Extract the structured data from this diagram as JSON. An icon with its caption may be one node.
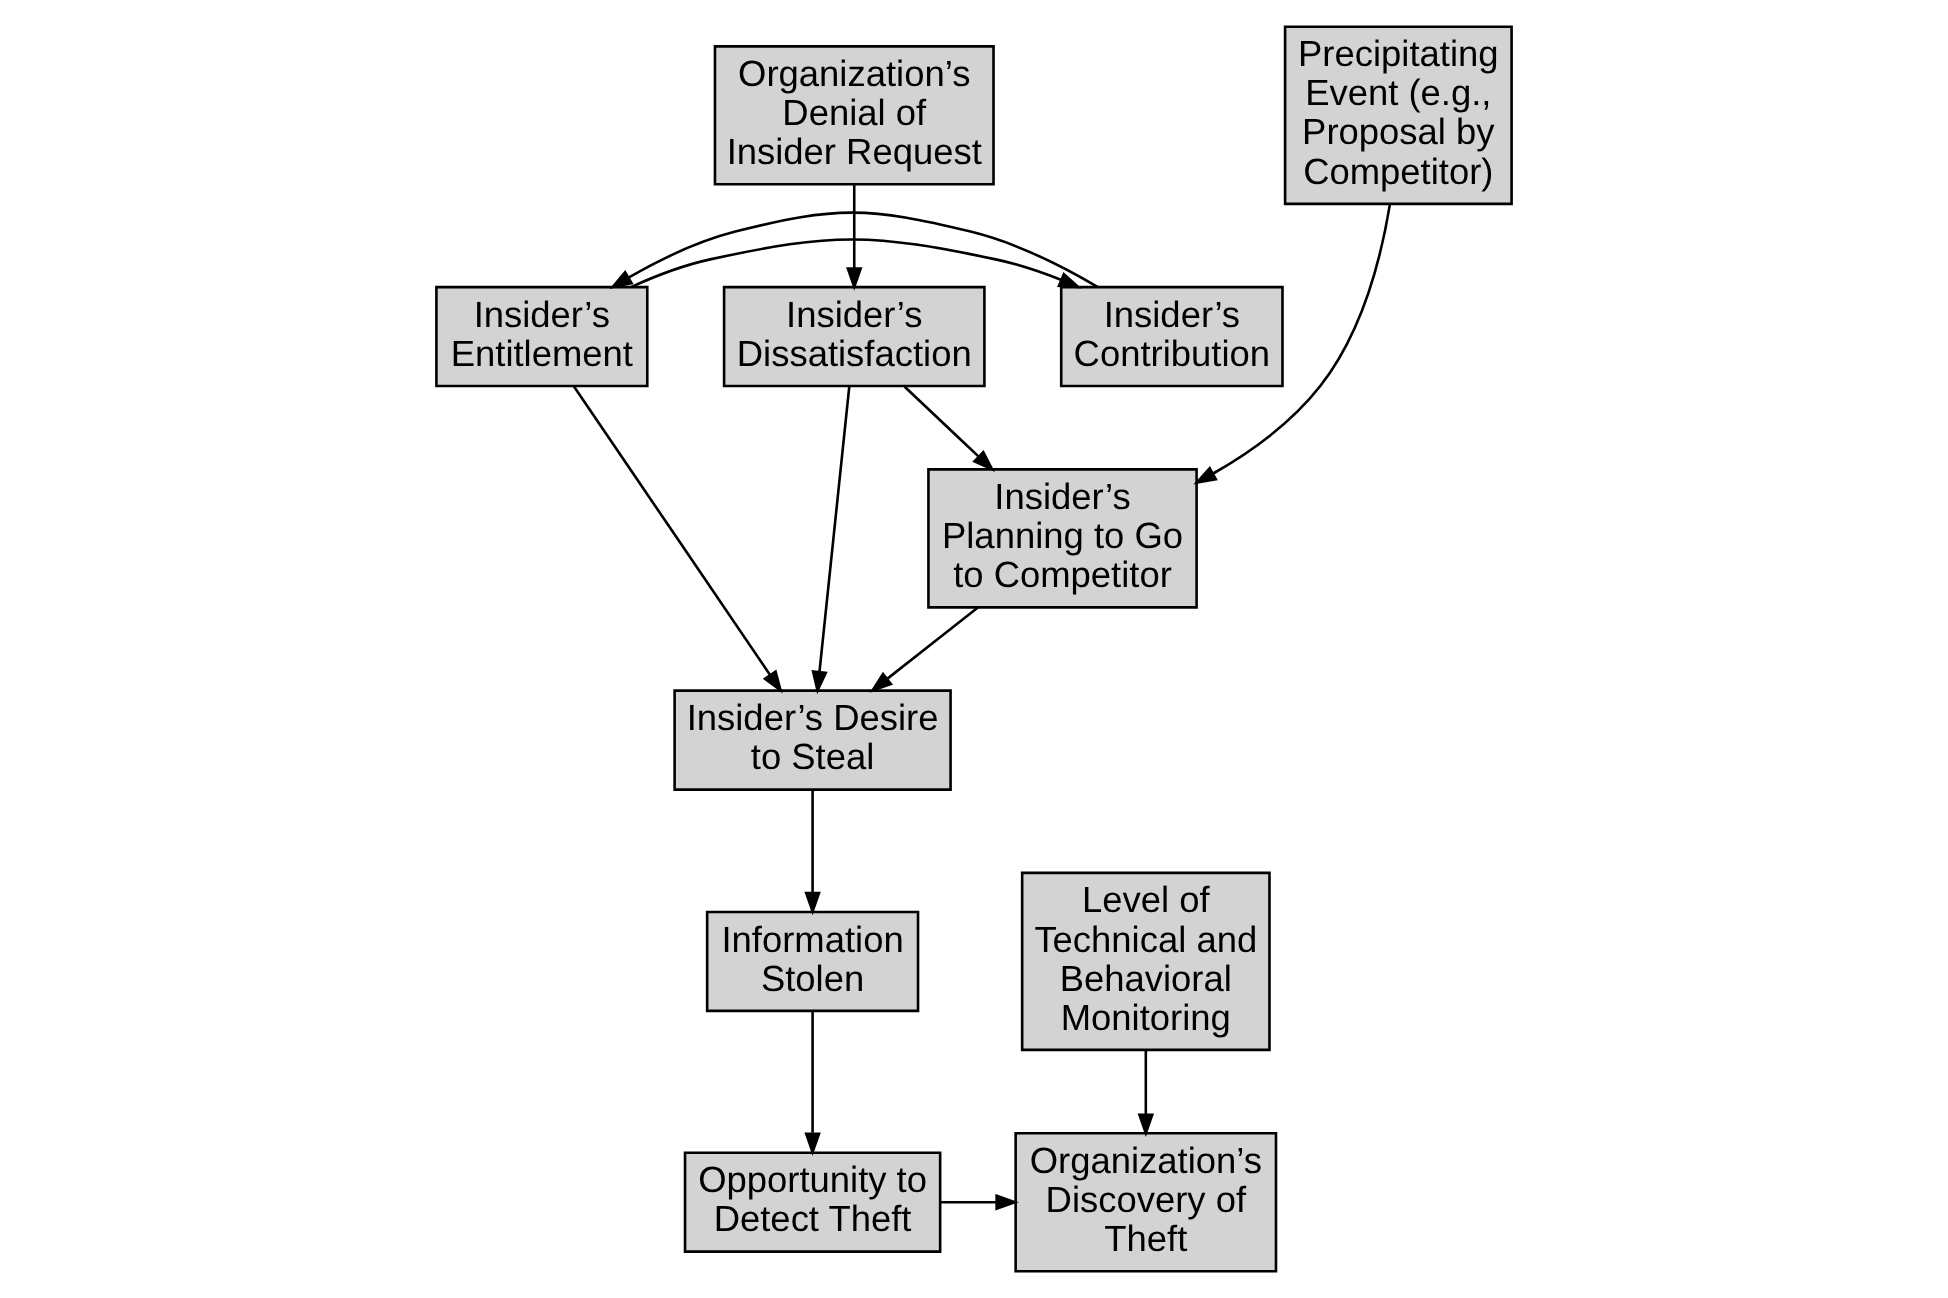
{
  "diagram": {
    "nodes": [
      {
        "text": [
          "Organization’s Denial of Insider Request"
        ]
      },
      {
        "text": [
          "Precipitating Event (e.g., Proposal by Competitor)"
        ]
      },
      {
        "text": [
          "Insider’s Contribution"
        ]
      },
      {
        "text": [
          "Insider’s Entitlement"
        ]
      },
      {
        "text": [
          "Insider’s Dissatisfaction"
        ]
      },
      {
        "text": [
          "Insider’s Planning to Go to Competitor"
        ]
      },
      {
        "text": [
          "Insider’s Desire to Steal"
        ]
      },
      {
        "text": [
          "Information Stolen"
        ]
      },
      {
        "text": [
          "Level of Technical and Behavioral Monitoring"
        ]
      },
      {
        "text": [
          "Opportunity to Detect Theft"
        ]
      },
      {
        "text": [
          "Organization’s Discovery of Theft"
        ]
      }
    ],
    "edges": [
      {
        "from": 0,
        "to": 4,
        "arrow": "to"
      },
      {
        "from": 1,
        "to": 5,
        "arrow": "to"
      },
      {
        "from": 4,
        "to": 5,
        "arrow": "to"
      },
      {
        "from": 3,
        "to": 2,
        "arrow": "to"
      },
      {
        "from": 2,
        "to": 3,
        "arrow": "to"
      },
      {
        "from": 3,
        "to": 6,
        "arrow": "to"
      },
      {
        "from": 4,
        "to": 6,
        "arrow": "to"
      },
      {
        "from": 5,
        "to": 6,
        "arrow": "to"
      },
      {
        "from": 6,
        "to": 7,
        "arrow": "to"
      },
      {
        "from": 7,
        "to": 9,
        "arrow": "to"
      },
      {
        "from": 9,
        "to": 10,
        "arrow": "to"
      },
      {
        "from": 8,
        "to": 10,
        "arrow": "to"
      }
    ]
  }
}
